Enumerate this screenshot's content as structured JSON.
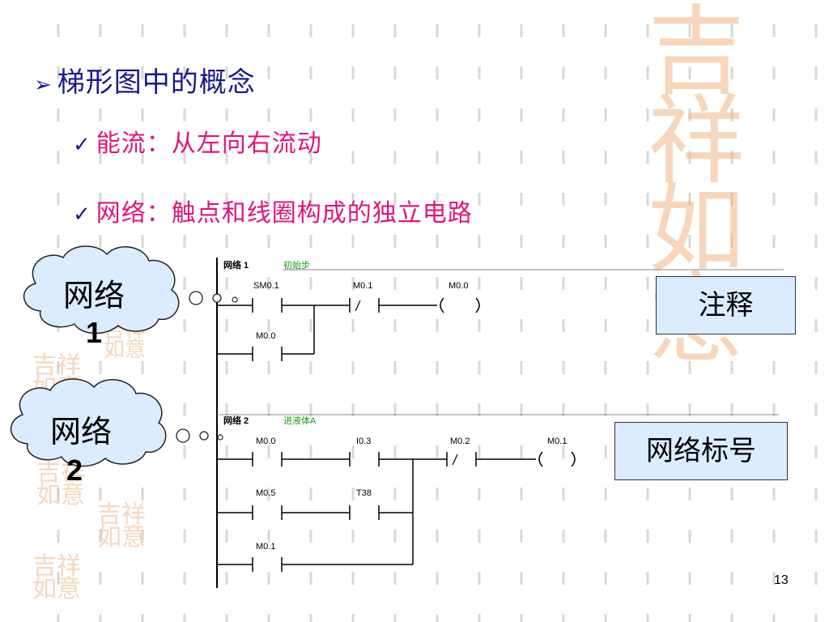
{
  "heading": "梯形图中的概念",
  "bullets": [
    {
      "text": "能流：从左向右流动"
    },
    {
      "text": "网络：触点和线圈构成的独立电路"
    }
  ],
  "callouts": {
    "network1_line1": "网络",
    "network1_line2": "1",
    "network2_line1": "网络",
    "network2_line2": "2",
    "comment_box": "注释",
    "network_number_box": "网络标号"
  },
  "ladder": {
    "network1": {
      "header": "网络 1",
      "comment": "初始步",
      "contacts": {
        "sm01": "SM0.1",
        "m01": "M0.1",
        "m00_contact": "M0.0"
      },
      "coil": "M0.0"
    },
    "network2": {
      "header": "网络 2",
      "comment": "进液体A",
      "contacts": {
        "m00": "M0.0",
        "i03": "I0.3",
        "m02": "M0.2",
        "m05": "M0.5",
        "t38": "T38",
        "m01_contact": "M0.1"
      },
      "coil": "M0.1"
    },
    "comment_color": "#1a9a1a"
  },
  "page_number": "13",
  "colors": {
    "heading": "#1a1a8c",
    "bullets": "#e0157a",
    "callout_box_fill": "#dcecff"
  }
}
